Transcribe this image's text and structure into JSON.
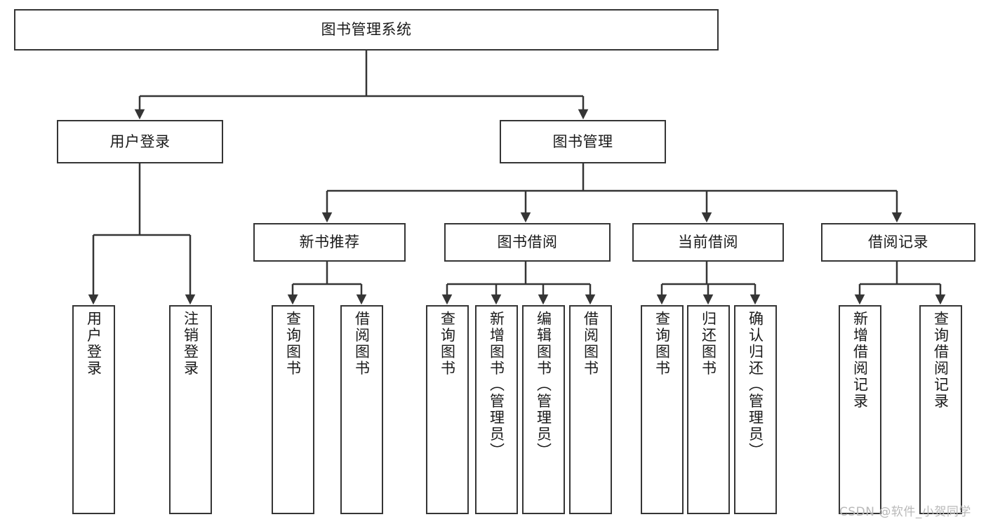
{
  "diagram": {
    "title": "图书管理系统",
    "watermark": "CSDN @软件_小贺同学",
    "colors": {
      "box_border": "#353535",
      "box_fill": "#ffffff",
      "connector": "#353535",
      "text": "#1a1a1a",
      "watermark": "#b9b9b9"
    },
    "root": {
      "label": "图书管理系统"
    },
    "level1": [
      {
        "label": "用户登录"
      },
      {
        "label": "图书管理"
      }
    ],
    "level2": [
      {
        "label": "新书推荐"
      },
      {
        "label": "图书借阅"
      },
      {
        "label": "当前借阅"
      },
      {
        "label": "借阅记录"
      }
    ],
    "leaves": [
      {
        "label": "用户登录",
        "parent": "用户登录"
      },
      {
        "label": "注销登录",
        "parent": "用户登录"
      },
      {
        "label": "查询图书",
        "parent": "新书推荐"
      },
      {
        "label": "借阅图书",
        "parent": "新书推荐"
      },
      {
        "label": "查询图书",
        "parent": "图书借阅"
      },
      {
        "label": "新增图书（管理员）",
        "parent": "图书借阅"
      },
      {
        "label": "编辑图书（管理员）",
        "parent": "图书借阅"
      },
      {
        "label": "借阅图书",
        "parent": "图书借阅"
      },
      {
        "label": "查询图书",
        "parent": "当前借阅"
      },
      {
        "label": "归还图书",
        "parent": "当前借阅"
      },
      {
        "label": "确认归还（管理员）",
        "parent": "当前借阅"
      },
      {
        "label": "新增借阅记录",
        "parent": "借阅记录"
      },
      {
        "label": "查询借阅记录",
        "parent": "借阅记录"
      }
    ]
  }
}
